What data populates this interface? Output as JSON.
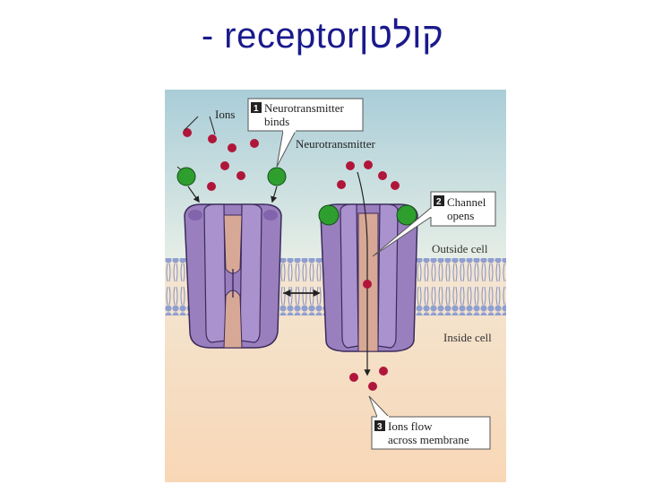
{
  "slide": {
    "title": "- receptorקולטן"
  },
  "diagram": {
    "labels": {
      "ions": "Ions",
      "neurotransmitter": "Neurotransmitter",
      "outside_cell": "Outside cell",
      "inside_cell": "Inside cell"
    },
    "steps": [
      {
        "number": "1",
        "lines": [
          "Neurotransmitter",
          "binds"
        ]
      },
      {
        "number": "2",
        "lines": [
          "Channel",
          "opens"
        ]
      },
      {
        "number": "3",
        "lines": [
          "Ions flow",
          "across membrane"
        ]
      }
    ],
    "colors": {
      "ion": "#b0163a",
      "neurotransmitter": "#2e9e2e",
      "channel": "#9a7fbf",
      "pore": "#d8a896"
    }
  }
}
